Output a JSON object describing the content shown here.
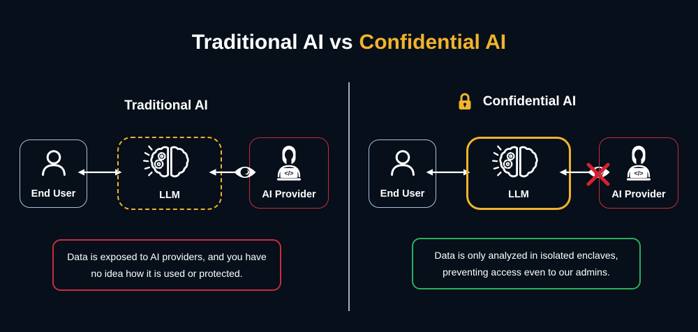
{
  "title": {
    "plain": "Traditional AI vs",
    "accent": "Confidential AI"
  },
  "left": {
    "heading": "Traditional AI",
    "nodes": {
      "user": "End User",
      "llm": "LLM",
      "provider": "AI Provider"
    },
    "caption": [
      "Data is exposed to AI providers, and you have",
      "no idea how it is used or protected."
    ]
  },
  "right": {
    "heading": "Confidential AI",
    "nodes": {
      "user": "End User",
      "llm": "LLM",
      "provider": "AI Provider"
    },
    "caption": [
      "Data is only analyzed in isolated enclaves,",
      "preventing access even to our admins."
    ]
  },
  "icons": {
    "lock": "lock-icon",
    "user": "user-icon",
    "brain": "brain-gears-icon",
    "provider": "person-laptop-icon",
    "eye": "eye-icon",
    "eye_blocked": "eye-crossed-icon",
    "code_glyph": "</>"
  },
  "colors": {
    "bg": "#060f1a",
    "gold": "#f2b32b",
    "blue": "#a9c3de",
    "red": "#cb2d3e",
    "green": "#2eae5c",
    "xred": "#d8222e",
    "divider": "#c2cdd8",
    "white": "#ffffff"
  }
}
